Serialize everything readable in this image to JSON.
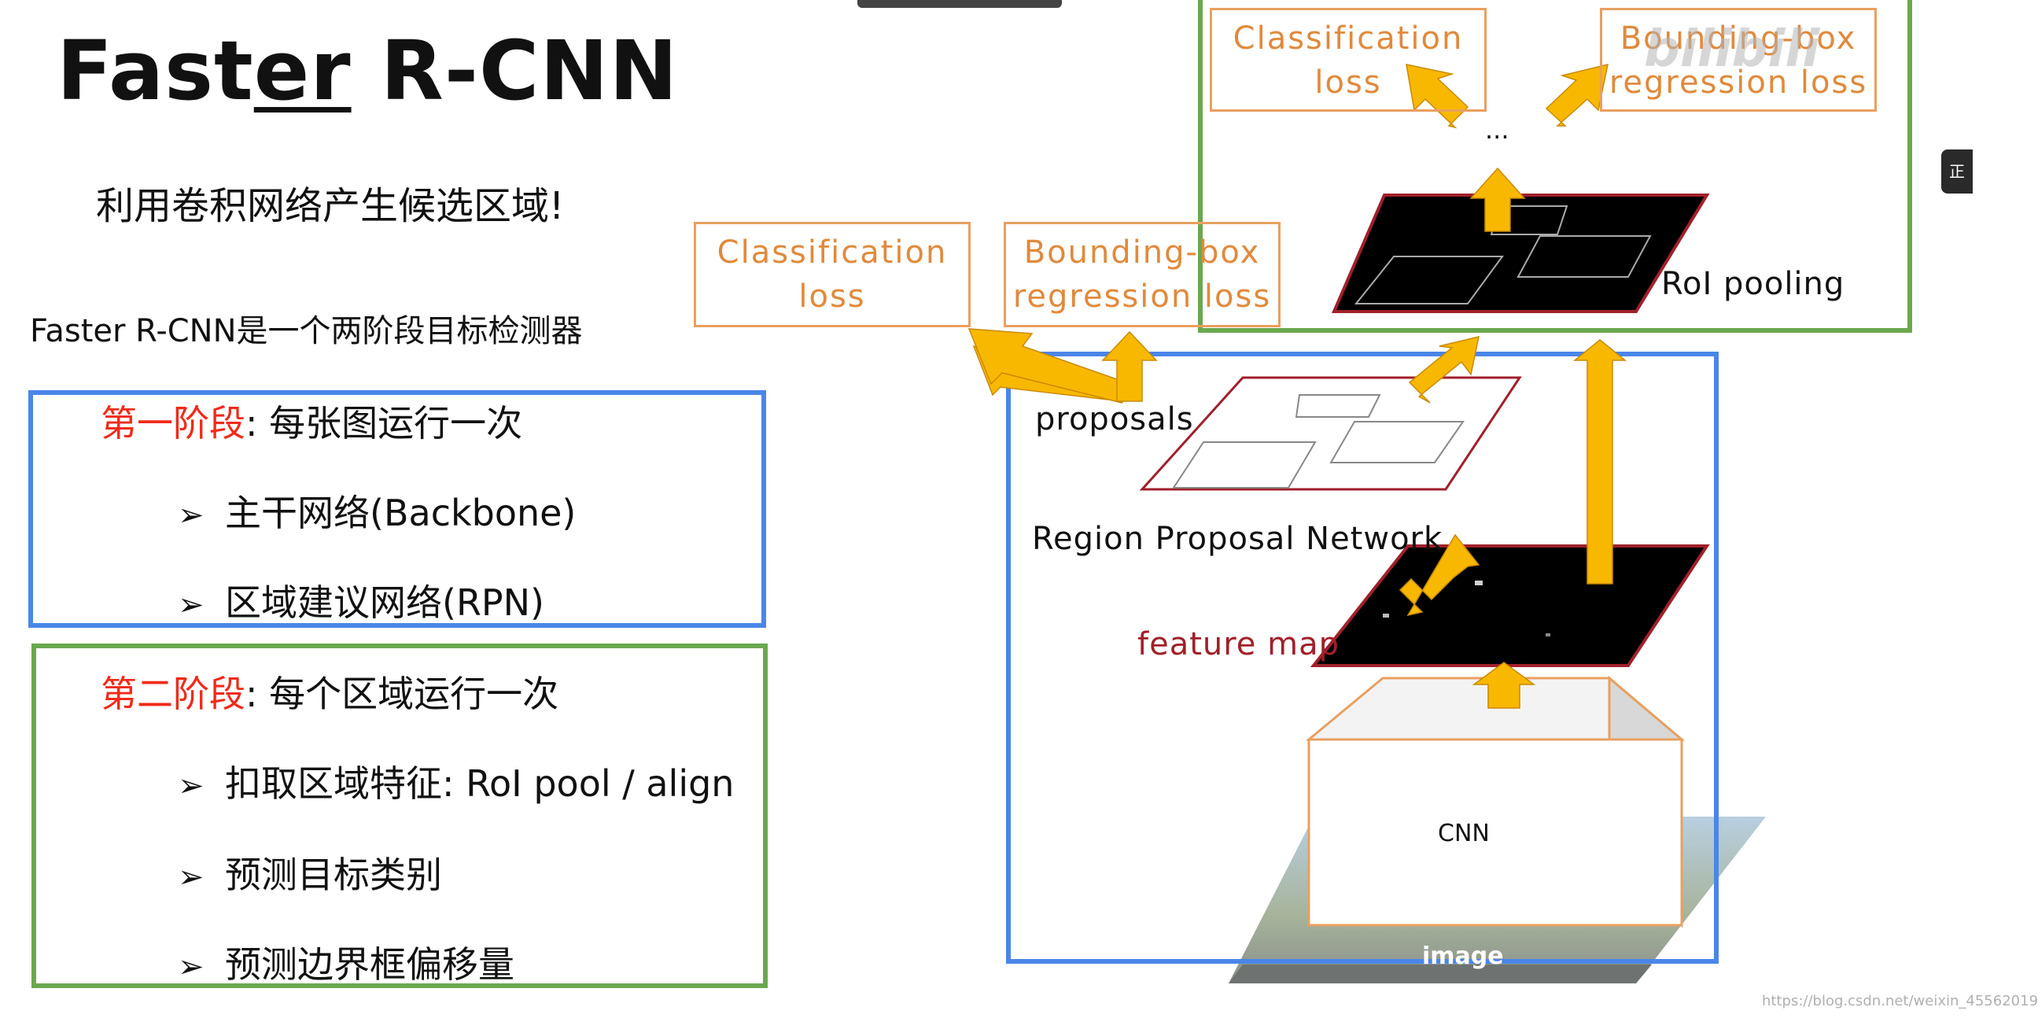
{
  "slide": {
    "title_pre": "Fast",
    "title_ul": "er",
    "title_post": " R-CNN",
    "subtitle": "利用卷积网络产生候选区域!",
    "intro": "Faster R-CNN是一个两阶段目标检测器",
    "stage1": {
      "head_red": "第一阶段",
      "head_rest": ": 每张图运行一次",
      "bullets": [
        "主干网络(Backbone)",
        "区域建议网络(RPN)"
      ]
    },
    "stage2": {
      "head_red": "第二阶段",
      "head_rest": ": 每个区域运行一次",
      "bullets": [
        "扣取区域特征: RoI pool / align",
        "预测目标类别",
        "预测边界框偏移量"
      ]
    },
    "bullet_marker": "➢"
  },
  "diagram": {
    "top_cls": [
      "Classification",
      "loss"
    ],
    "top_bbox": [
      "Bounding-box",
      "regression loss"
    ],
    "mid_cls": [
      "Classification",
      "loss"
    ],
    "mid_bbox": [
      "Bounding-box",
      "regression loss"
    ],
    "ellipsis": "...",
    "roi_pooling": "RoI pooling",
    "proposals": "proposals",
    "rpn": "Region Proposal Network",
    "feature_map": "feature map",
    "cnn": "CNN",
    "image": "image"
  },
  "overlay": {
    "watermark": "bilibili",
    "footer": "https://blog.csdn.net/weixin_45562019",
    "side_tab": "正"
  },
  "colors": {
    "stage1_border": "#4a86e8",
    "stage2_border": "#6aa84f",
    "loss_box": "#e8a060",
    "arrow": "#f9b800",
    "feature_red": "#a0202a",
    "stage_red": "#f02a1a"
  }
}
